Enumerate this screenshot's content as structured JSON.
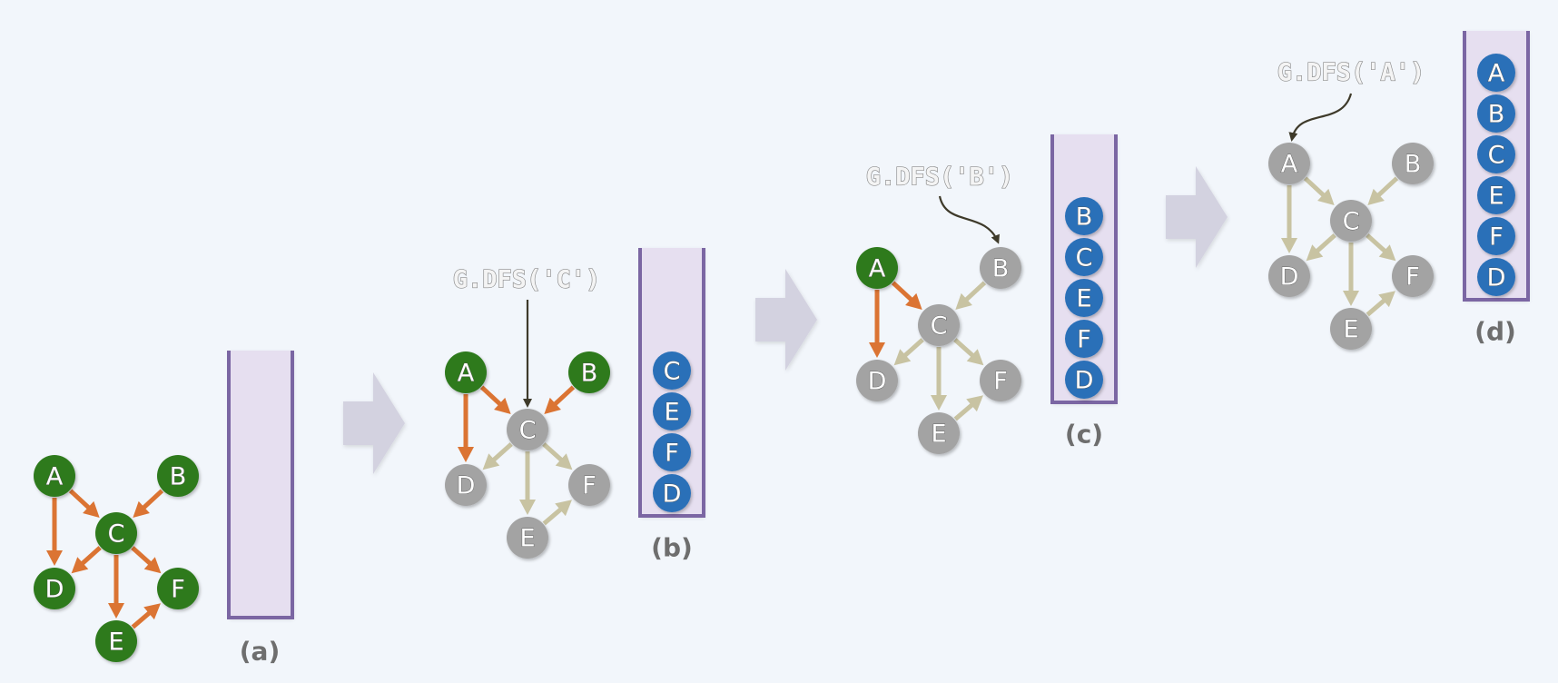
{
  "colors": {
    "background": "#f2f6fb",
    "unvisited_node": "#2e7a1f",
    "visited_node": "#a3a3a3",
    "active_edge": "#db7433",
    "visited_edge": "#c8c3a2",
    "stack_node": "#2a6fb8",
    "stack_fill": "#e6dff0",
    "stack_border": "#7b66a3",
    "transition_arrow": "#d3d2e0",
    "call_arrow": "#3e3a2a"
  },
  "graph": {
    "nodes": [
      "A",
      "B",
      "C",
      "D",
      "E",
      "F"
    ],
    "edges": [
      [
        "A",
        "C"
      ],
      [
        "B",
        "C"
      ],
      [
        "A",
        "D"
      ],
      [
        "C",
        "D"
      ],
      [
        "C",
        "E"
      ],
      [
        "C",
        "F"
      ],
      [
        "E",
        "F"
      ]
    ]
  },
  "panels": [
    {
      "id": "a",
      "label": "(a)",
      "call": null,
      "call_target": null,
      "visited": [],
      "stack": []
    },
    {
      "id": "b",
      "label": "(b)",
      "call": "G.DFS('C')",
      "call_target": "C",
      "visited": [
        "C",
        "D",
        "E",
        "F"
      ],
      "stack": [
        "C",
        "E",
        "F",
        "D"
      ]
    },
    {
      "id": "c",
      "label": "(c)",
      "call": "G.DFS('B')",
      "call_target": "B",
      "visited": [
        "B",
        "C",
        "D",
        "E",
        "F"
      ],
      "stack": [
        "B",
        "C",
        "E",
        "F",
        "D"
      ]
    },
    {
      "id": "d",
      "label": "(d)",
      "call": "G.DFS('A')",
      "call_target": "A",
      "visited": [
        "A",
        "B",
        "C",
        "D",
        "E",
        "F"
      ],
      "stack": [
        "A",
        "B",
        "C",
        "E",
        "F",
        "D"
      ]
    }
  ]
}
